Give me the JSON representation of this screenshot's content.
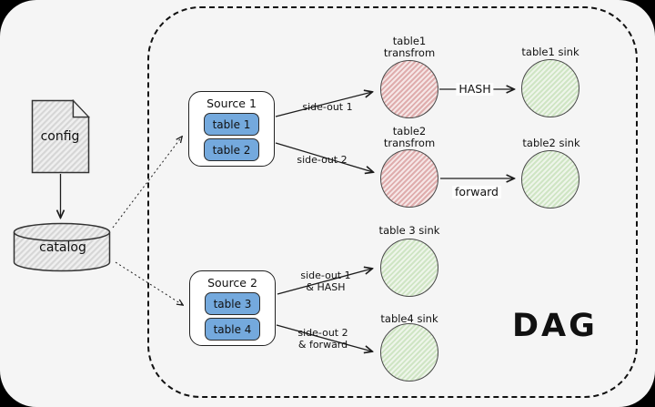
{
  "diagram": {
    "title": "DAG",
    "config_label": "config",
    "catalog_label": "catalog",
    "sources": [
      {
        "title": "Source 1",
        "tables": [
          "table 1",
          "table 2"
        ]
      },
      {
        "title": "Source 2",
        "tables": [
          "table 3",
          "table 4"
        ]
      }
    ],
    "transforms": [
      {
        "line1": "table1",
        "line2": "transfrom"
      },
      {
        "line1": "table2",
        "line2": "transfrom"
      }
    ],
    "sinks": [
      "table1 sink",
      "table2 sink",
      "table 3 sink",
      "table4 sink"
    ],
    "edges": [
      {
        "label": "side-out 1"
      },
      {
        "label": "side-out 2"
      },
      {
        "label": "HASH"
      },
      {
        "label": "forward"
      },
      {
        "line1": "side-out 1",
        "line2": "& HASH"
      },
      {
        "line1": "side-out 2",
        "line2": "& forward"
      }
    ],
    "colors": {
      "background": "#f5f5f5",
      "table_button": "#74a9dd",
      "transform_stripe": "#dfadad",
      "sink_stripe": "#cfe5c4"
    }
  }
}
